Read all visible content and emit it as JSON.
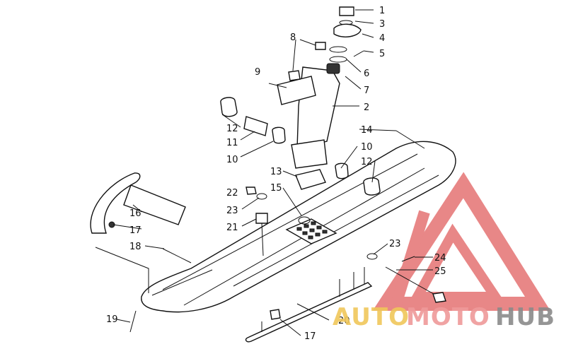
{
  "callouts": [
    {
      "id": "1",
      "label": "1"
    },
    {
      "id": "3",
      "label": "3"
    },
    {
      "id": "4",
      "label": "4"
    },
    {
      "id": "5",
      "label": "5"
    },
    {
      "id": "6",
      "label": "6"
    },
    {
      "id": "7",
      "label": "7"
    },
    {
      "id": "2",
      "label": "2"
    },
    {
      "id": "8",
      "label": "8"
    },
    {
      "id": "9",
      "label": "9"
    },
    {
      "id": "12a",
      "label": "12"
    },
    {
      "id": "11",
      "label": "11"
    },
    {
      "id": "10a",
      "label": "10"
    },
    {
      "id": "14",
      "label": "14"
    },
    {
      "id": "10b",
      "label": "10"
    },
    {
      "id": "12b",
      "label": "12"
    },
    {
      "id": "13",
      "label": "13"
    },
    {
      "id": "15",
      "label": "15"
    },
    {
      "id": "22",
      "label": "22"
    },
    {
      "id": "23a",
      "label": "23"
    },
    {
      "id": "21",
      "label": "21"
    },
    {
      "id": "16",
      "label": "16"
    },
    {
      "id": "17a",
      "label": "17"
    },
    {
      "id": "18",
      "label": "18"
    },
    {
      "id": "23b",
      "label": "23"
    },
    {
      "id": "24",
      "label": "24"
    },
    {
      "id": "25",
      "label": "25"
    },
    {
      "id": "19",
      "label": "19"
    },
    {
      "id": "20",
      "label": "20"
    },
    {
      "id": "17b",
      "label": "17"
    }
  ],
  "watermark": {
    "part1": "AUTO",
    "part2": "MOTO",
    "part3": "HUB",
    "colors": {
      "triangle": "#e57373",
      "auto": "#f0c75a",
      "moto": "#ef9a9a",
      "hub": "#8a8a8a"
    }
  }
}
